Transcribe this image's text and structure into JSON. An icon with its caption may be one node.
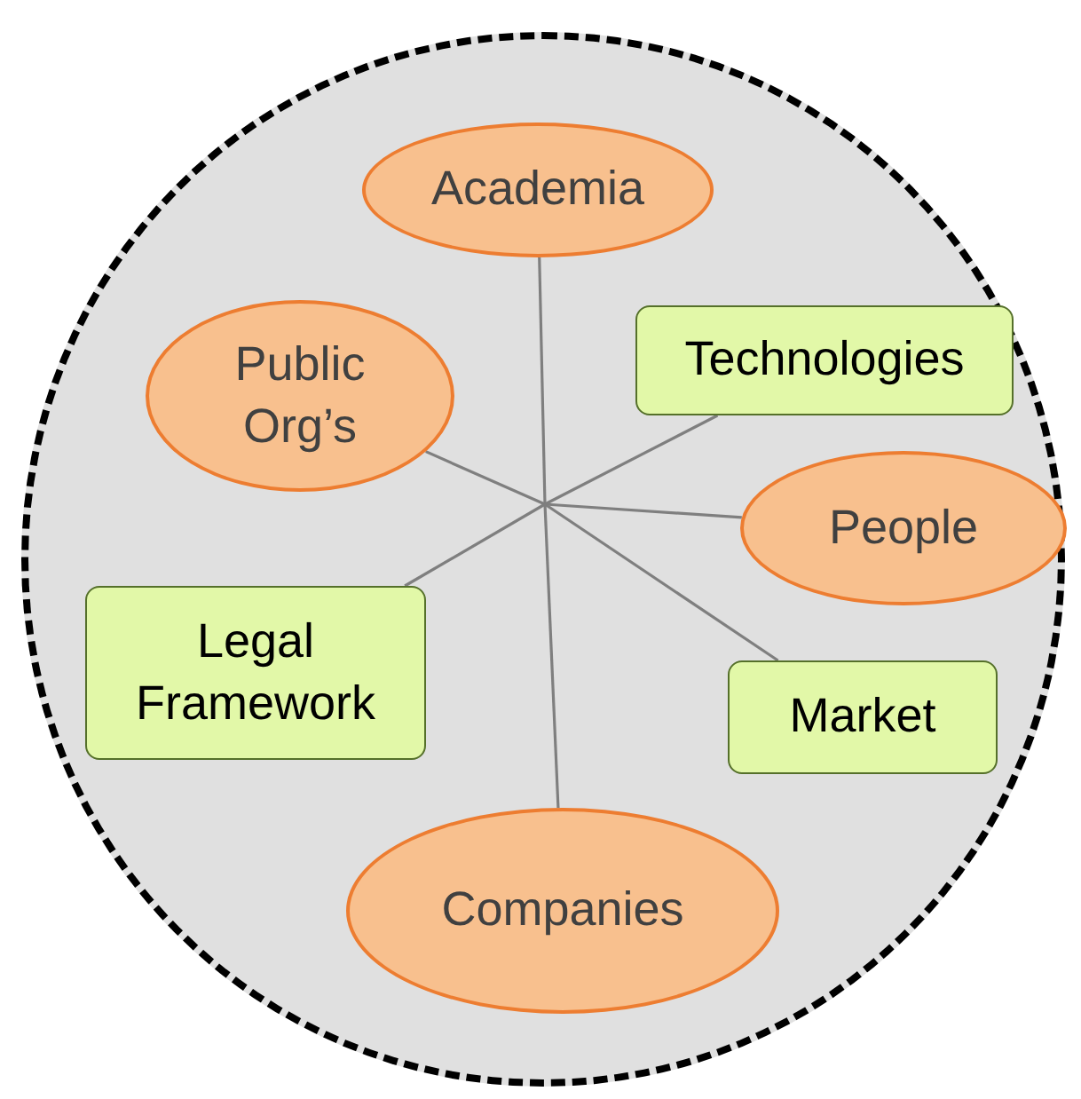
{
  "diagram": {
    "nodes": [
      {
        "text": [],
        "shape": "circle"
      },
      {
        "text": [
          "Academia"
        ],
        "in": 0
      },
      {
        "text": [
          "Public Org’s"
        ],
        "in": 0
      },
      {
        "text": [
          "Technologies"
        ],
        "in": 0
      },
      {
        "text": [
          "People"
        ],
        "in": 0
      },
      {
        "text": [
          "Legal Framework"
        ],
        "in": 0
      },
      {
        "text": [
          "Market"
        ],
        "in": 0
      },
      {
        "text": [
          "Companies"
        ],
        "in": 0
      }
    ],
    "edges": [
      {
        "from": null,
        "to": 1,
        "arrow": "none"
      },
      {
        "from": null,
        "to": 2,
        "arrow": "none"
      },
      {
        "from": null,
        "to": 3,
        "arrow": "none"
      },
      {
        "from": null,
        "to": 4,
        "arrow": "none"
      },
      {
        "from": null,
        "to": 5,
        "arrow": "none"
      },
      {
        "from": null,
        "to": 6,
        "arrow": "none"
      },
      {
        "from": null,
        "to": 7,
        "arrow": "none"
      }
    ]
  }
}
